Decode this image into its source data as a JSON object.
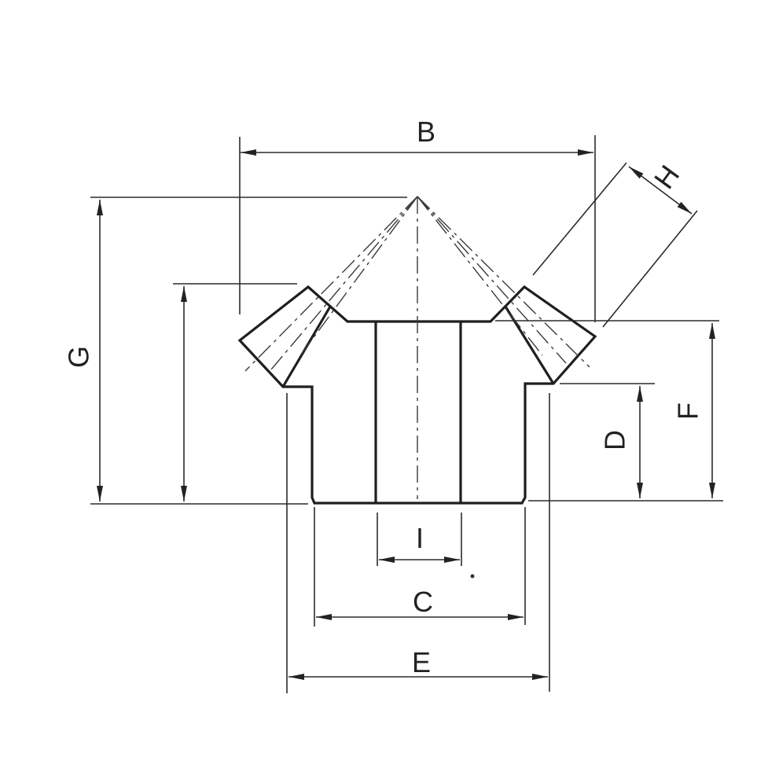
{
  "diagram": {
    "labels": {
      "B": "B",
      "G": "G",
      "H": "H",
      "F": "F",
      "D": "D",
      "I": "I",
      "C": "C",
      "E": "E"
    }
  }
}
